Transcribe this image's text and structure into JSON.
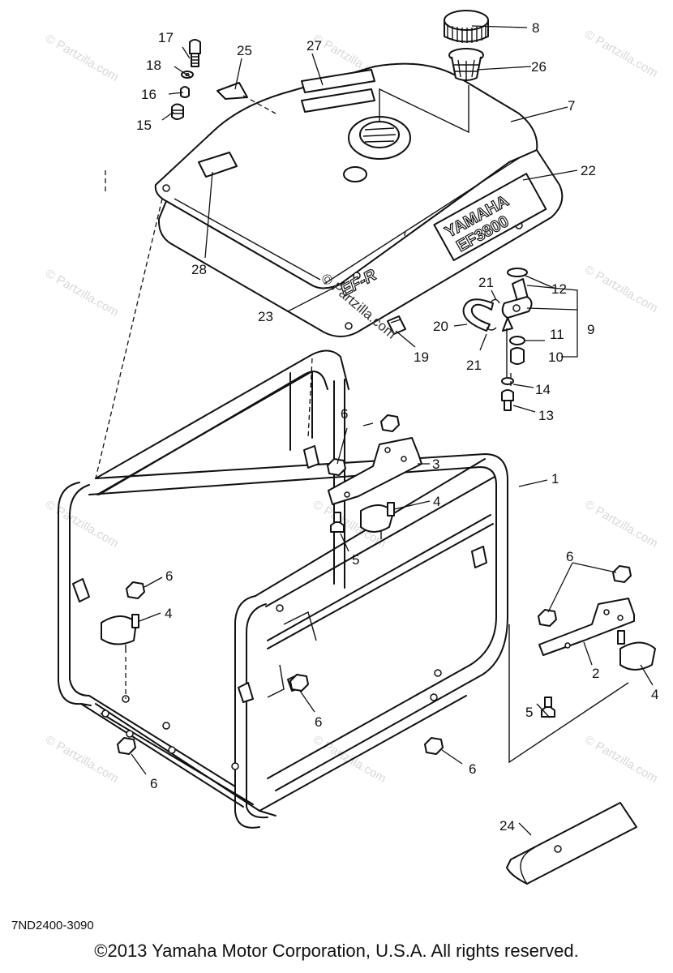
{
  "watermark": {
    "text": "© Partzilla.com",
    "center_text": "© Partzilla.com"
  },
  "tank": {
    "brand_plate": "YAMAHA",
    "model_plate": "EF3800",
    "side_plate": "EF-R"
  },
  "callouts": {
    "p1": "1",
    "p2": "2",
    "p3": "3",
    "p4a": "4",
    "p4b": "4",
    "p4c": "4",
    "p5a": "5",
    "p5b": "5",
    "p6a": "6",
    "p6b": "6",
    "p6c": "6",
    "p6d": "6",
    "p6e": "6",
    "p6f": "6",
    "p7": "7",
    "p8": "8",
    "p9": "9",
    "p10": "10",
    "p11": "11",
    "p12": "12",
    "p13": "13",
    "p14": "14",
    "p15": "15",
    "p16": "16",
    "p17": "17",
    "p18": "18",
    "p19": "19",
    "p20": "20",
    "p21a": "21",
    "p21b": "21",
    "p22": "22",
    "p23": "23",
    "p24": "24",
    "p25": "25",
    "p26": "26",
    "p27": "27",
    "p28": "28"
  },
  "diagram_code": "7ND2400-3090",
  "copyright": "©2013  Yamaha Motor Corporation, U.S.A. All rights reserved."
}
